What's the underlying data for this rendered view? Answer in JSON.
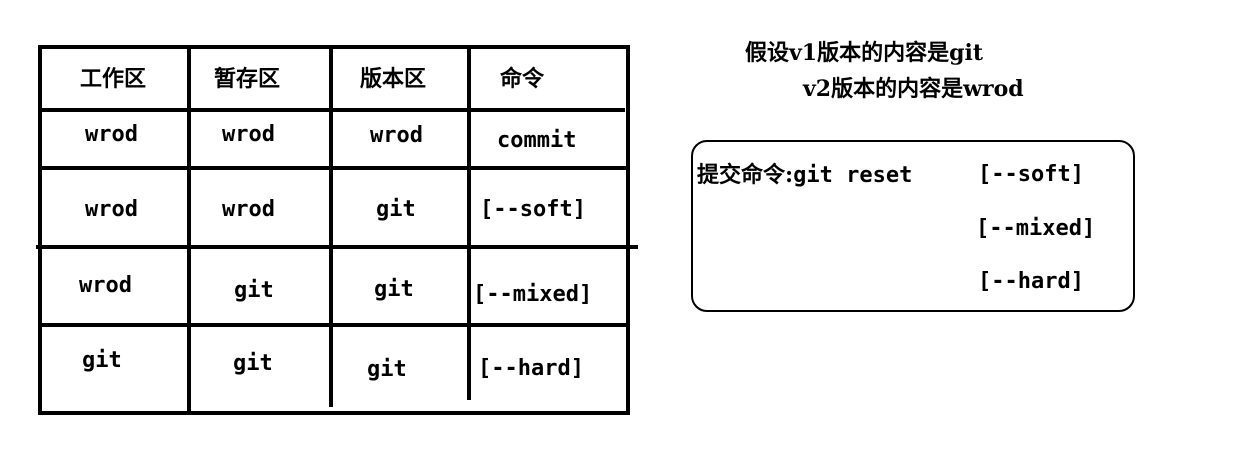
{
  "table": {
    "headers": [
      "工作区",
      "暂存区",
      "版本区",
      "命令"
    ],
    "rows": [
      [
        "wrod",
        "wrod",
        "wrod",
        "commit"
      ],
      [
        "wrod",
        "wrod",
        "git",
        "[--soft]"
      ],
      [
        "wrod",
        "git",
        "git",
        "[--mixed]"
      ],
      [
        "git",
        "git",
        "git",
        "[--hard]"
      ]
    ]
  },
  "note": {
    "line1": "假设v1版本的内容是git",
    "line2": "v2版本的内容是wrod"
  },
  "command_box": {
    "label": "提交命令:",
    "command": "git reset",
    "opt_soft": "[--soft]",
    "opt_mixed": "[--mixed]",
    "opt_hard": "[--hard]"
  }
}
